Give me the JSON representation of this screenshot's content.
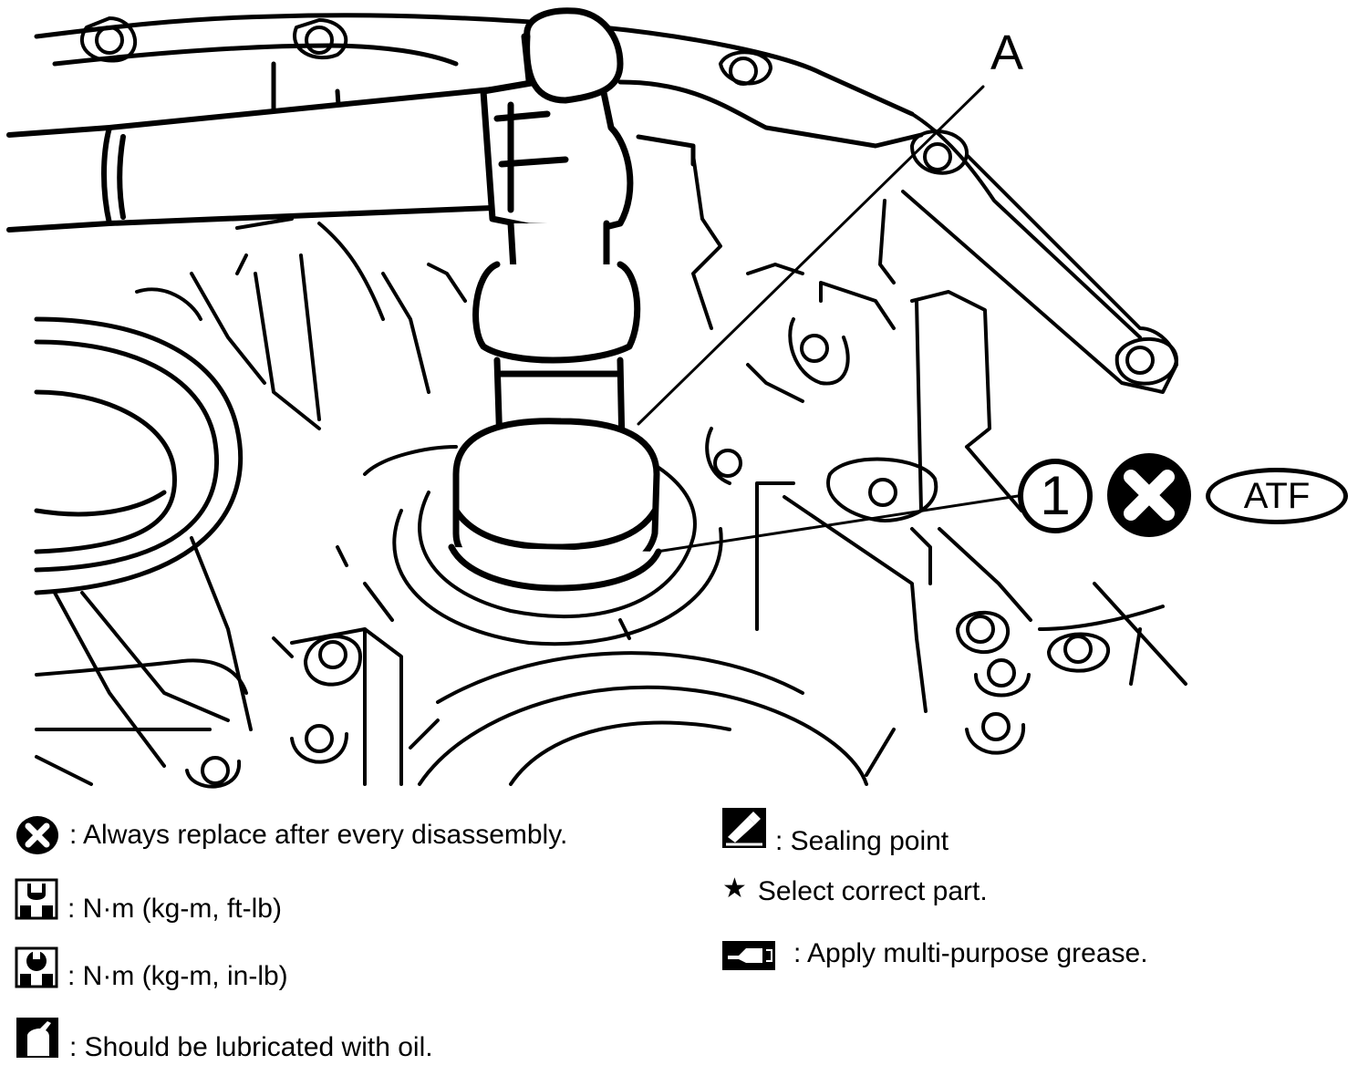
{
  "diagram": {
    "callouts": {
      "letter": "A",
      "number": "1",
      "atf": "ATF"
    },
    "icons": [
      "hammer",
      "drift",
      "transmission-case",
      "replace-x-symbol"
    ]
  },
  "legend": {
    "replace": ": Always replace after every disassembly.",
    "torque_ftlb": ": N·m (kg-m, ft-lb)",
    "torque_inlb": ": N·m (kg-m, in-lb)",
    "lubricate": ": Should be lubricated with oil.",
    "sealing": ": Sealing point",
    "select": "Select correct part.",
    "grease": ": Apply multi-purpose grease."
  }
}
